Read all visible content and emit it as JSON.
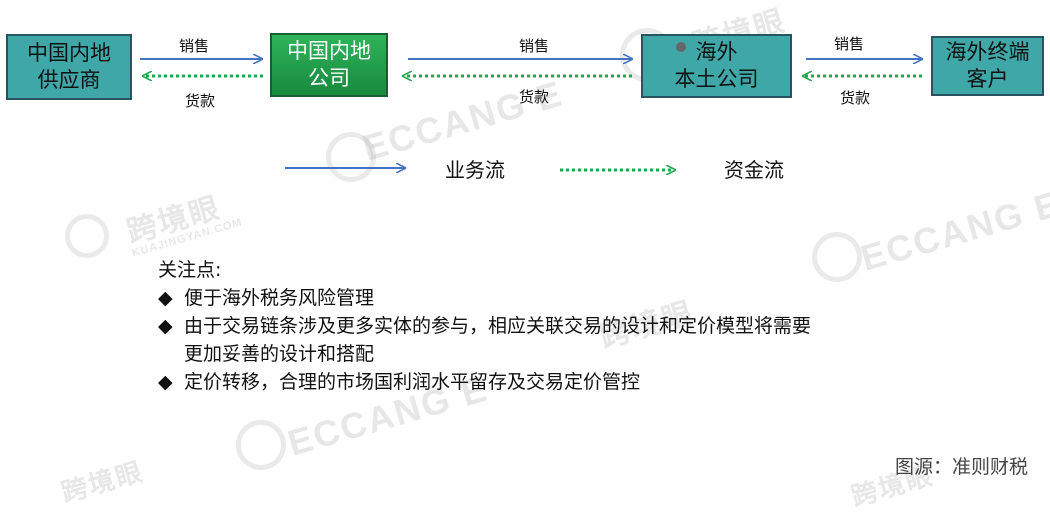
{
  "nodes": [
    {
      "id": "supplier",
      "label": "中国内地\n供应商"
    },
    {
      "id": "mainland_company",
      "label": "中国内地\n公司"
    },
    {
      "id": "overseas_local",
      "label": "海外\n本土公司"
    },
    {
      "id": "end_customer",
      "label": "海外终端\n客户"
    }
  ],
  "edges": {
    "sales_label": "销售",
    "payment_label": "货款"
  },
  "legend": {
    "business_flow": "业务流",
    "capital_flow": "资金流"
  },
  "notes": {
    "heading": "关注点:",
    "bullet_symbol": "◆",
    "items": [
      "便于海外税务风险管理",
      "由于交易链条涉及更多实体的参与，相应关联交易的设计和定价模型将需要\n更加妥善的设计和搭配",
      "定价转移，合理的市场国利润水平留存及交易定价管控"
    ]
  },
  "source": "图源：准则财税",
  "watermarks": [
    "跨境眼",
    "ECCANG E",
    "KUAJINGYAN.COM"
  ],
  "colors": {
    "business_arrow": "#4472c4",
    "capital_arrow": "#1faa4a",
    "teal_box": "#3fa7a8",
    "green_box": "#1f9e4a"
  }
}
